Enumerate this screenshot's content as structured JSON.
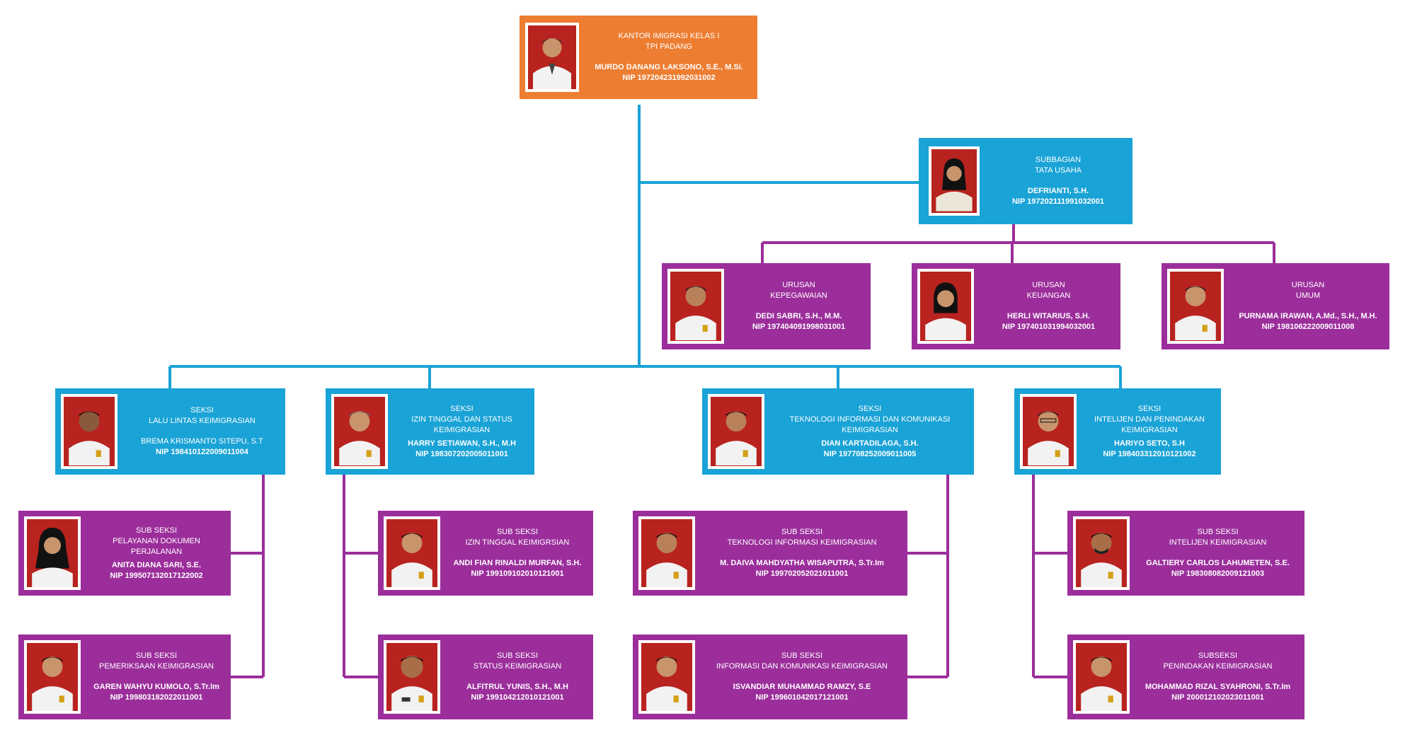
{
  "colors": {
    "head": "#ed7d31",
    "section": "#1aa3d6",
    "subsection": "#9b2e9b",
    "line_blue": "#1aa3d6",
    "line_purple": "#9b2e9b",
    "photo_bg": "#b8231f"
  },
  "head": {
    "unit1": "KANTOR IMIGRASI KELAS I",
    "unit2": "TPI PADANG",
    "name": "MURDO DANANG LAKSONO, S.E., M.Si.",
    "nip": "NIP 197204231992031002"
  },
  "tata_usaha": {
    "unit1": "SUBBAGIAN",
    "unit2": "TATA USAHA",
    "name": "DEFRIANTI, S.H.",
    "nip": "NIP 197202111991032001"
  },
  "urusan": [
    {
      "unit1": "URUSAN",
      "unit2": "KEPEGAWAIAN",
      "name": "DEDI SABRI, S.H., M.M.",
      "nip": "NIP 197404091998031001"
    },
    {
      "unit1": "URUSAN",
      "unit2": "KEUANGAN",
      "name": "HERLI WITARIUS, S.H.",
      "nip": "NIP 197401031994032001"
    },
    {
      "unit1": "URUSAN",
      "unit2": "UMUM",
      "name": "PURNAMA IRAWAN, A.Md., S.H., M.H.",
      "nip": "NIP 198106222009011008"
    }
  ],
  "seksi": [
    {
      "unit1": "SEKSI",
      "unit2": "LALU LINTAS KEIMIGRASIAN",
      "name": "BREMA KRISMANTO SITEPU, S.T",
      "nip": "NIP 198410122009011004"
    },
    {
      "unit1": "SEKSI",
      "unit2": "IZIN TINGGAL DAN STATUS KEIMIGRASIAN",
      "name": "HARRY SETIAWAN, S.H., M.H",
      "nip": "NIP 198307202005011001"
    },
    {
      "unit1": "SEKSI",
      "unit2": "TEKNOLOGI INFORMASI DAN KOMUNIKASI KEIMIGRASIAN",
      "name": "DIAN KARTADILAGA, S.H.",
      "nip": "NIP 197708252009011005"
    },
    {
      "unit1": "SEKSI",
      "unit2": "INTELIJEN DAN PENINDAKAN KEIMIGRASIAN",
      "name": "HARIYO SETO, S.H",
      "nip": "NIP 198403312010121002"
    }
  ],
  "subseksi": [
    {
      "unit1": "SUB SEKSI",
      "unit2": "PELAYANAN DOKUMEN PERJALANAN",
      "name": "ANITA DIANA SARI, S.E.",
      "nip": "NIP 199507132017122002"
    },
    {
      "unit1": "SUB SEKSI",
      "unit2": "PEMERIKSAAN KEIMIGRASIAN",
      "name": "GAREN WAHYU KUMOLO, S.Tr.Im",
      "nip": "NIP 199803182022011001"
    },
    {
      "unit1": "SUB SEKSI",
      "unit2": "IZIN TINGGAL KEIMIGRSIAN",
      "name": "ANDI FIAN RINALDI MURFAN, S.H.",
      "nip": "NIP 199109102010121001"
    },
    {
      "unit1": "SUB SEKSI",
      "unit2": "STATUS KEIMIGRASIAN",
      "name": "ALFITRUL YUNIS, S.H., M.H",
      "nip": "NIP 199104212010121001"
    },
    {
      "unit1": "SUB SEKSI",
      "unit2": "TEKNOLOGI INFORMASI KEIMIGRASIAN",
      "name": "M. DAIVA MAHDYATHA WISAPUTRA, S.Tr.Im",
      "nip": "NIP 199702052021011001"
    },
    {
      "unit1": "SUB SEKSI",
      "unit2": "INFORMASI DAN KOMUNIKASI KEIMIGRASIAN",
      "name": "ISVANDIAR MUHAMMAD RAMZY, S.E",
      "nip": "NIP 199601042017121001"
    },
    {
      "unit1": "SUB SEKSI",
      "unit2": "INTELIJEN KEIMIGRASIAN",
      "name": "GALTIERY CARLOS LAHUMETEN, S.E.",
      "nip": "NIP 198308082009121003"
    },
    {
      "unit1": "SUBSEKSI",
      "unit2": "PENINDAKAN KEIMIGRASIAN",
      "name": "MOHAMMAD RIZAL SYAHRONI, S.Tr.Im",
      "nip": "NIP 200012102023011001"
    }
  ]
}
